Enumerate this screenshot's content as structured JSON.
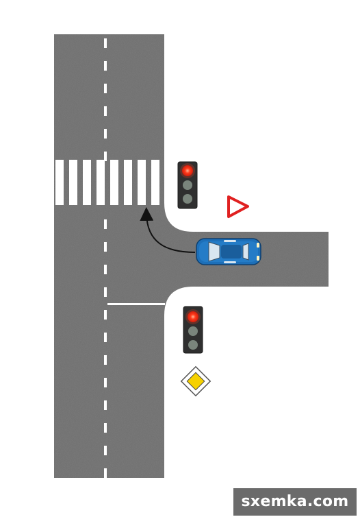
{
  "watermark": {
    "text": "sxemka.com"
  },
  "colors": {
    "asphalt": "#6e6e6e",
    "road_marking": "#ffffff",
    "car_body": "#1d6fb8",
    "signal_red": "#ff2a1a",
    "signal_off": "#7a857c",
    "sign_border_red": "#e02020",
    "priority_yellow": "#f6d100"
  },
  "traffic_lights": [
    {
      "name": "traffic-light-upper",
      "active": "red"
    },
    {
      "name": "traffic-light-lower",
      "active": "red"
    }
  ],
  "signs": [
    {
      "name": "yield-sign-icon",
      "type": "yield"
    },
    {
      "name": "priority-road-sign-icon",
      "type": "priority-road"
    }
  ],
  "car": {
    "name": "blue-car",
    "maneuver": "right-turn"
  }
}
